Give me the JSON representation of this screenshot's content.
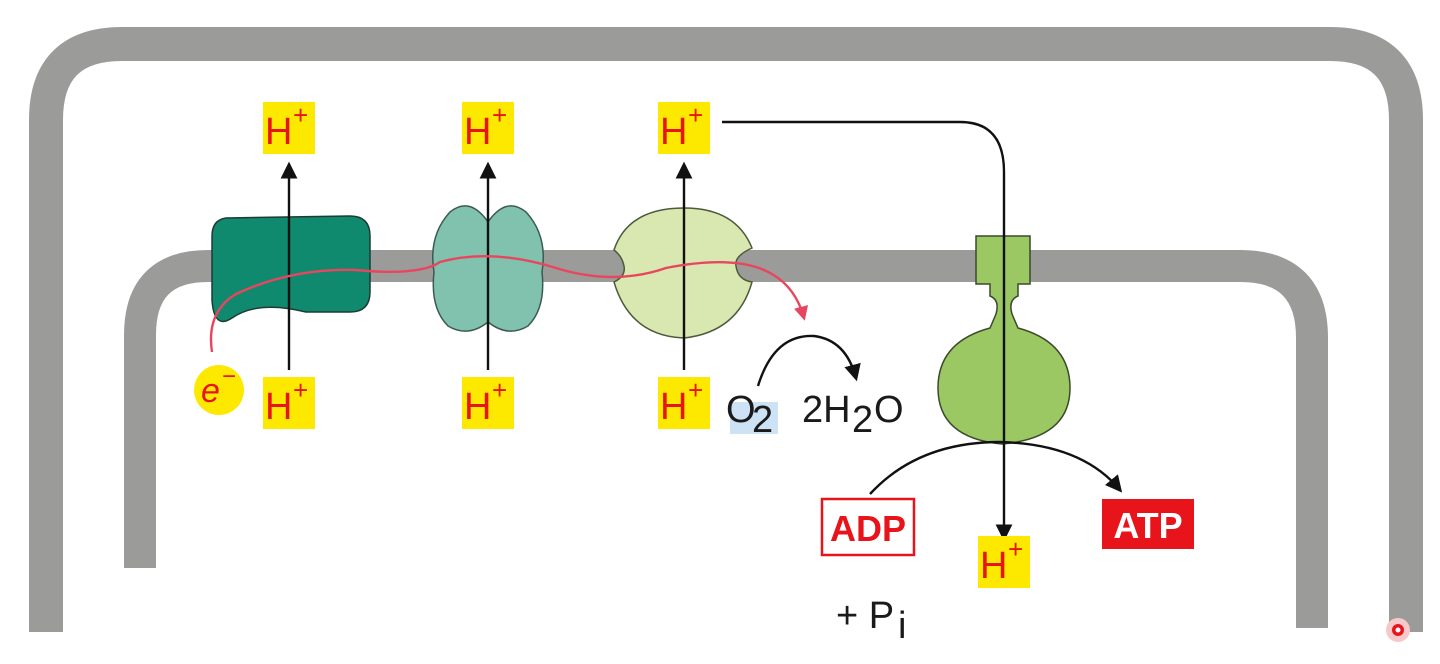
{
  "diagram": {
    "proton_labels": [
      {
        "base": "H",
        "charge": "+"
      },
      {
        "base": "H",
        "charge": "+"
      },
      {
        "base": "H",
        "charge": "+"
      },
      {
        "base": "H",
        "charge": "+"
      },
      {
        "base": "H",
        "charge": "+"
      },
      {
        "base": "H",
        "charge": "+"
      },
      {
        "base": "H",
        "charge": "+"
      }
    ],
    "electron": {
      "base": "e",
      "charge": "−"
    },
    "oxygen": {
      "base": "O",
      "sub": "2"
    },
    "water": {
      "prefix": "2H",
      "sub": "2",
      "suffix": "O"
    },
    "adp_label": "ADP",
    "atp_label": "ATP",
    "phosphate": {
      "prefix": "+ P",
      "sub": "i"
    },
    "colors": {
      "membrane": "#9b9c9a",
      "complex_1": "#0f8a6e",
      "complex_2": "#80c2ad",
      "complex_3": "#d9e7b0",
      "atp_synthase": "#9bc862",
      "label_highlight": "#fde900",
      "label_text": "#e8141c",
      "electron_path": "#e8465e",
      "oxygen_highlight": "#cde3f5",
      "atp_fill": "#e8141c"
    }
  }
}
